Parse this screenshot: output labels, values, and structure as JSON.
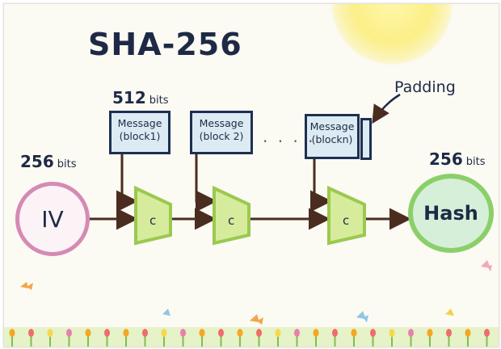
{
  "title": "SHA-256",
  "iv": {
    "label": "IV",
    "bits_value": "256",
    "bits_unit": "bits"
  },
  "hash": {
    "label": "Hash",
    "bits_value": "256",
    "bits_unit": "bits"
  },
  "block_size": {
    "value": "512",
    "unit": "bits"
  },
  "messages": [
    {
      "line1": "Message",
      "line2": "(block1)"
    },
    {
      "line1": "Message",
      "line2": "(block 2)"
    },
    {
      "line1": "Message",
      "line2": "(blockn)"
    }
  ],
  "ellipsis": "· · · ·",
  "padding_label": "Padding",
  "compression_label": "c",
  "colors": {
    "iv_border": "#d58ab4",
    "hash_border": "#8bcf6a",
    "hash_fill": "#d6efd8",
    "compression_fill": "#d6ec9c",
    "compression_border": "#9bc94f",
    "message_fill": "#dcebf3",
    "arrow": "#4a2d1f"
  }
}
